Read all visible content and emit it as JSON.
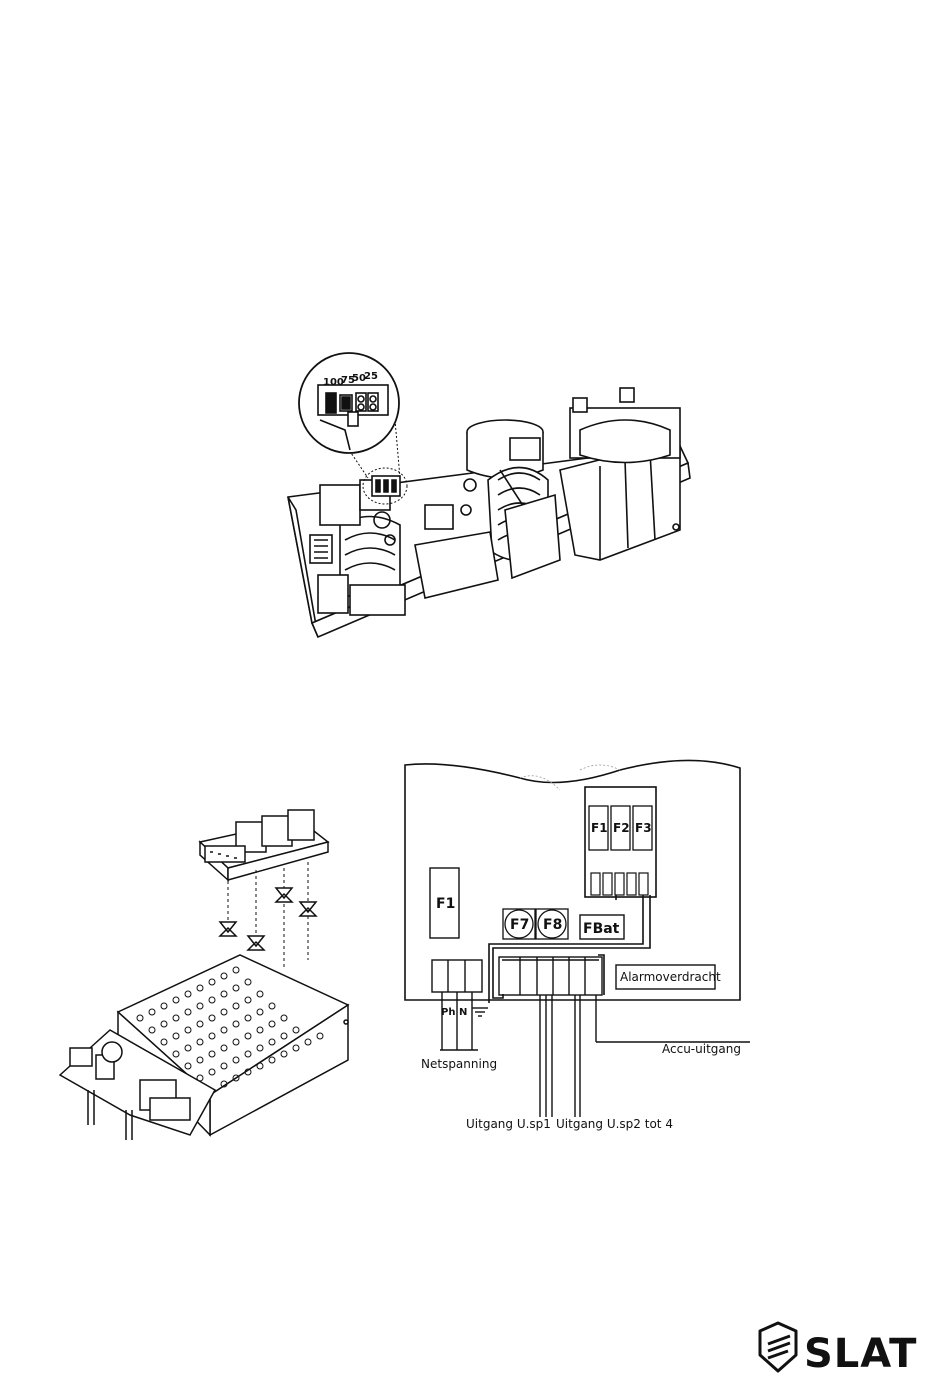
{
  "top_board": {
    "jumper_labels": [
      "100",
      "75",
      "50",
      "25"
    ]
  },
  "wiring_diagram": {
    "fuses_top": [
      "F1",
      "F2",
      "F3"
    ],
    "fuse_left": "F1",
    "fuse_round": [
      "F7",
      "F8"
    ],
    "fuse_battery": "FBat",
    "alarm_label": "Alarmoverdracht",
    "mains_terminals": [
      "Ph",
      "N"
    ],
    "callouts": {
      "mains": "Netspanning",
      "battery_out": "Accu-uitgang",
      "output1": "Uitgang U.sp1",
      "output2": "Uitgang U.sp2 tot 4"
    }
  },
  "logo": {
    "text": "SLAT",
    "icon": "slat-shield-icon"
  }
}
